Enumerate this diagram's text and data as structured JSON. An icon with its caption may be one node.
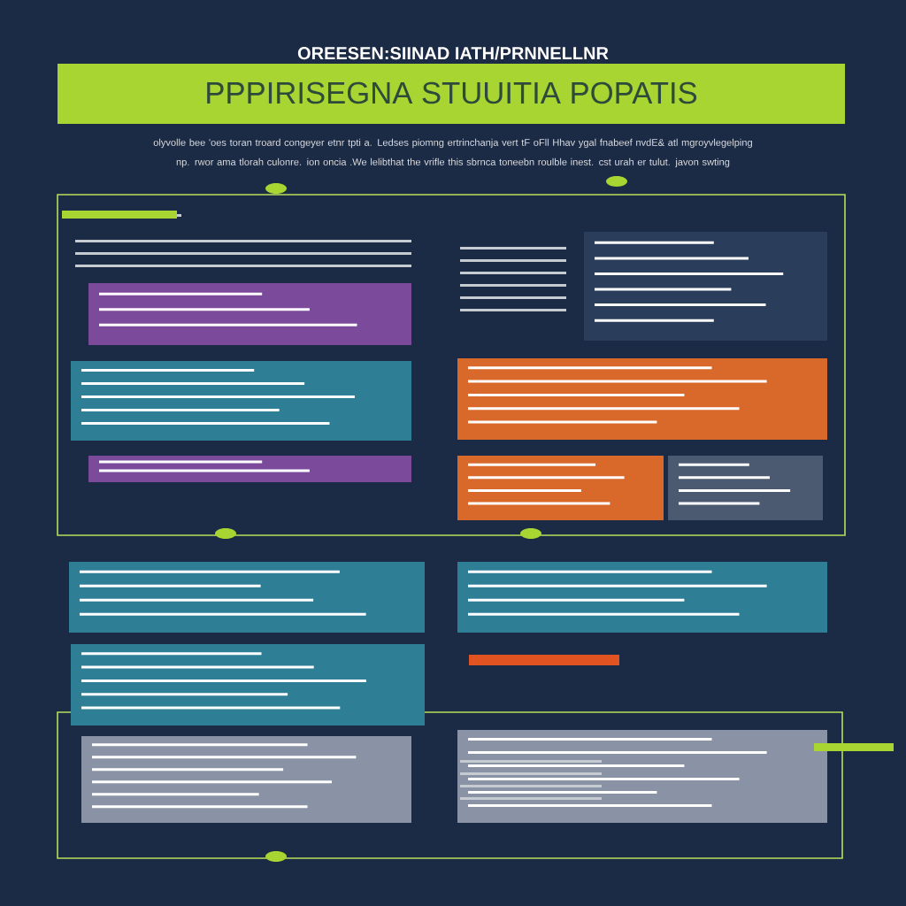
{
  "diagram": {
    "title": "PPPIRISEGNA STUUITIA POPATIS",
    "labels": [
      "OREESEN:SIINAD IATH/PRNNELLNR",
      "olyvolle bee 'oes toran troard congeyer etnr tpti a. Ledses piomng ertrinchanja vert tF oFll Hhav ygal fnabeef nvdE& atl mgroyvlegelping np. rwor ama tlorah culonre. ion oncia .We lelibthat the vrifle this sbrnca toneebn roulble inest. cst urah er tulut. javon swting"
    ]
  }
}
